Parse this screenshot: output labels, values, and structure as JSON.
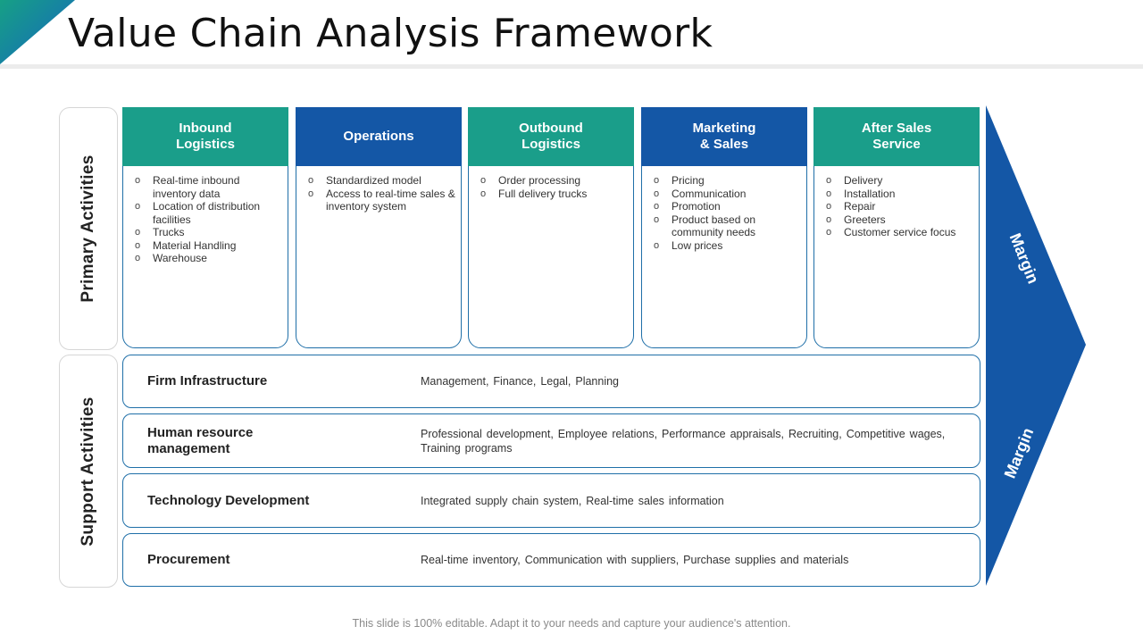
{
  "title": "Value Chain Analysis Framework",
  "side_labels": {
    "primary": "Primary Activities",
    "support": "Support Activities"
  },
  "primary": [
    {
      "head_line1": "Inbound",
      "head_line2": "Logistics",
      "color": "#1a9e8a",
      "items": [
        "Real-time inbound inventory data",
        "Location of distribution facilities",
        "Trucks",
        "Material Handling",
        "Warehouse"
      ]
    },
    {
      "head_line1": "Operations",
      "head_line2": "",
      "color": "#1457a6",
      "items": [
        "Standardized model",
        "Access to real-time sales & inventory system"
      ]
    },
    {
      "head_line1": "Outbound",
      "head_line2": "Logistics",
      "color": "#1a9e8a",
      "items": [
        "Order processing",
        "Full delivery trucks"
      ]
    },
    {
      "head_line1": "Marketing",
      "head_line2": "& Sales",
      "color": "#1457a6",
      "items": [
        "Pricing",
        "Communication",
        "Promotion",
        "Product based on community needs",
        "Low prices"
      ]
    },
    {
      "head_line1": "After Sales",
      "head_line2": "Service",
      "color": "#1a9e8a",
      "items": [
        "Delivery",
        "Installation",
        "Repair",
        "Greeters",
        "Customer service focus"
      ]
    }
  ],
  "support": [
    {
      "name": "Firm Infrastructure",
      "desc": "Management,  Finance,  Legal,  Planning"
    },
    {
      "name": "Human resource management",
      "desc": "Professional development,  Employee relations,  Performance  appraisals, Recruiting,  Competitive wages,  Training  programs"
    },
    {
      "name": "Technology Development",
      "desc": "Integrated  supply chain system, Real-time  sales information"
    },
    {
      "name": "Procurement",
      "desc": "Real-time  inventory,  Communication  with suppliers,  Purchase supplies  and materials"
    }
  ],
  "margin_labels": [
    "Margin",
    "Margin"
  ],
  "bullet_glyph": "o",
  "footer": "This slide is 100% editable. Adapt it to your needs and capture your audience's attention.",
  "colors": {
    "teal": "#1a9e8a",
    "blue": "#1457a6",
    "border": "#1f6fa8"
  }
}
